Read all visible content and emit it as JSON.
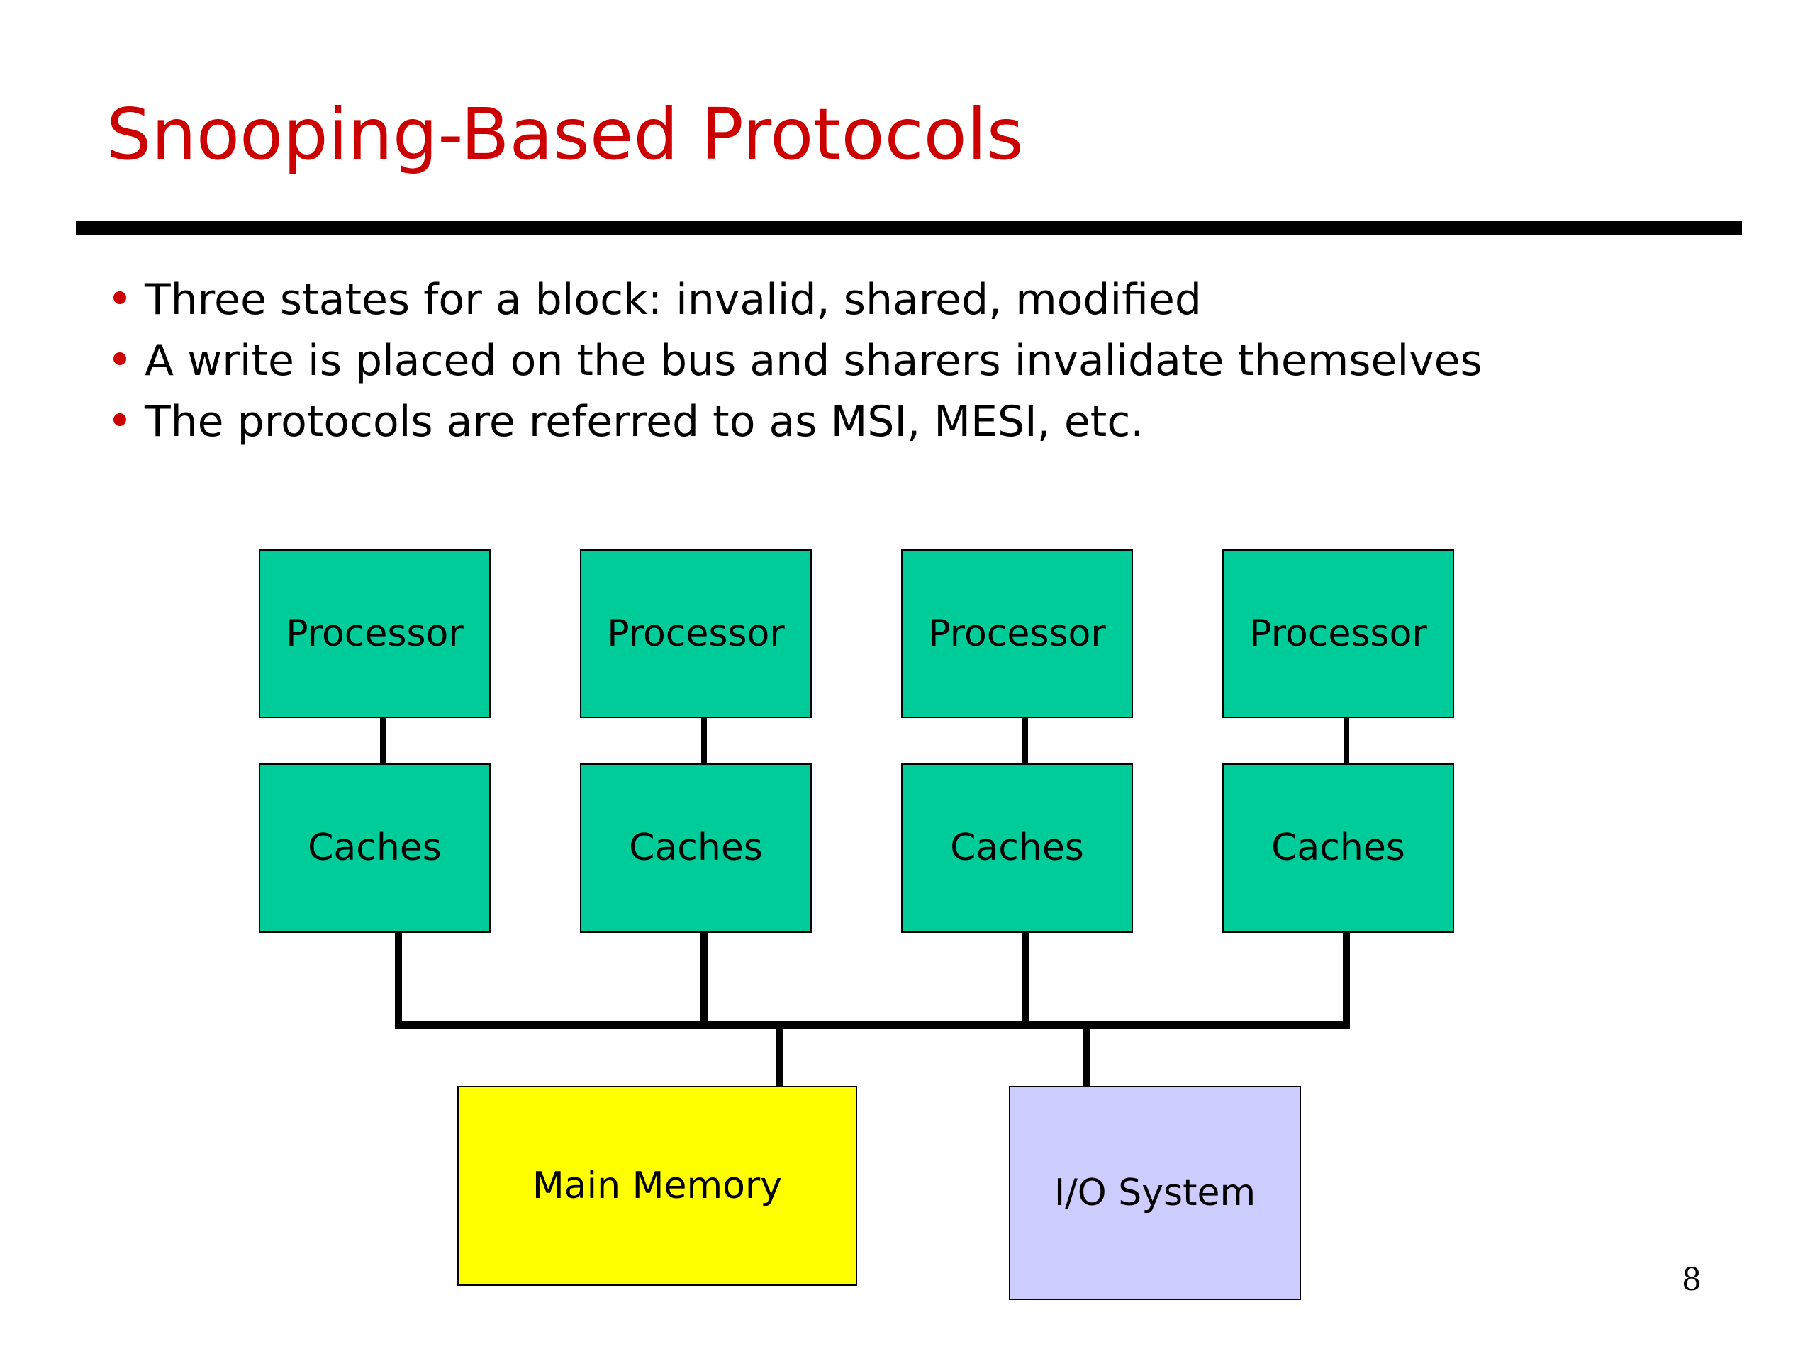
{
  "slide": {
    "title": "Snooping-Based Protocols",
    "page_number": "8"
  },
  "bullets": [
    "Three states for a block: invalid, shared, modified",
    "A write is placed on the bus and sharers invalidate themselves",
    "The protocols are referred to as MSI, MESI, etc."
  ],
  "diagram": {
    "processors": [
      "Processor",
      "Processor",
      "Processor",
      "Processor"
    ],
    "caches": [
      "Caches",
      "Caches",
      "Caches",
      "Caches"
    ],
    "main_memory": "Main Memory",
    "io_system": "I/O System"
  },
  "colors": {
    "title": "#cc0000",
    "bullet_dot": "#cc0000",
    "rule": "#000000",
    "node_green": "#00cc99",
    "main_memory": "#ffff00",
    "io_system": "#ccccff",
    "line": "#000000"
  }
}
